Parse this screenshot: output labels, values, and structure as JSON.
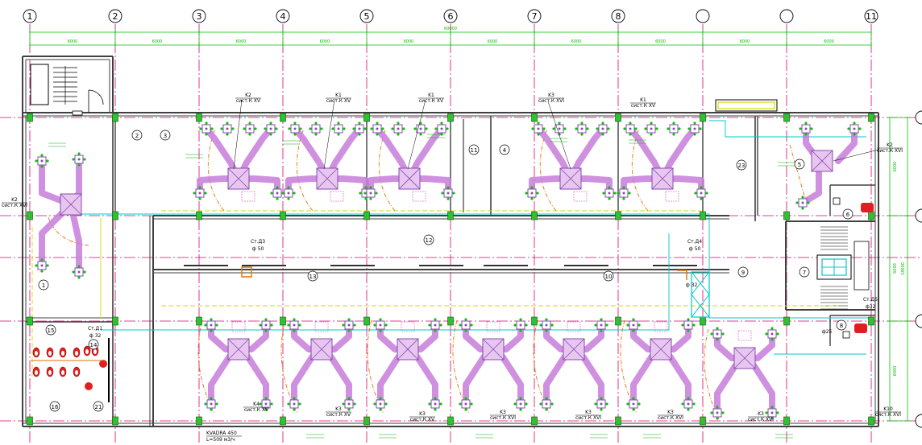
{
  "axes_top": [
    "1",
    "2",
    "3",
    "4",
    "5",
    "6",
    "7",
    "8",
    "",
    "",
    "11"
  ],
  "axes_right": [
    "",
    "",
    "",
    ""
  ],
  "overall_dim": "60000",
  "bay_dims": [
    "6000",
    "6000",
    "6000",
    "6000",
    "6000",
    "6000",
    "6000",
    "6000",
    "6000",
    "6000"
  ],
  "right_dims": [
    "6000",
    "6000",
    "6000"
  ],
  "right_total_dim": "18000",
  "rooms_top": [
    "2",
    "3",
    "11",
    "4",
    "23",
    "5",
    "6"
  ],
  "rooms_middle": [
    "12",
    "13",
    "10",
    "9",
    "7",
    "8"
  ],
  "rooms_left": [
    "1",
    "15",
    "14",
    "16",
    "21"
  ],
  "units_top": [
    {
      "code": "K2",
      "sys": "сист.К XV"
    },
    {
      "code": "K1",
      "sys": "сист.К XV"
    },
    {
      "code": "K1",
      "sys": "сист.К XV"
    },
    {
      "code": "K3",
      "sys": "сист.К XVI"
    },
    {
      "code": "K1",
      "sys": "сист.К XV"
    },
    {
      "code": "K2",
      "sys": "сист.К XVI"
    },
    {
      "code": "K2",
      "sys": "сист.К XVI"
    }
  ],
  "units_bottom": [
    {
      "code": "K4",
      "sys": "сист.К XV"
    },
    {
      "code": "K3",
      "sys": "сист.К XV"
    },
    {
      "code": "K3",
      "sys": "сист.К XV"
    },
    {
      "code": "K3",
      "sys": "сист.К XVI"
    },
    {
      "code": "K3",
      "sys": "сист.К XVI"
    },
    {
      "code": "K3",
      "sys": "сист.К XVI"
    },
    {
      "code": "K3",
      "sys": "сист.К XVI"
    },
    {
      "code": "K10",
      "sys": "сист.К XVI"
    }
  ],
  "risers": [
    {
      "label": "Ст.Д3",
      "dia": "ф 50"
    },
    {
      "label": "Ст.Д4",
      "dia": "ф 50"
    },
    {
      "label": "Ст.Д1",
      "dia": "ф 32"
    },
    {
      "label": "Ст.Д5",
      "dia": "ф32"
    }
  ],
  "riser_misc": [
    "ф 32",
    "ф25"
  ],
  "kvadra_note": [
    "KVADRA 450",
    "L=509 м3/ч"
  ],
  "colors": {
    "grid": "#e0006e",
    "dim": "#00c000",
    "wall": "#404040",
    "duct": "#c77ddb",
    "ductEdge": "#8a4bb0",
    "drain": "#e07000",
    "cyan": "#00c8c8",
    "column": "#00a000",
    "yellow": "#d8d800"
  }
}
